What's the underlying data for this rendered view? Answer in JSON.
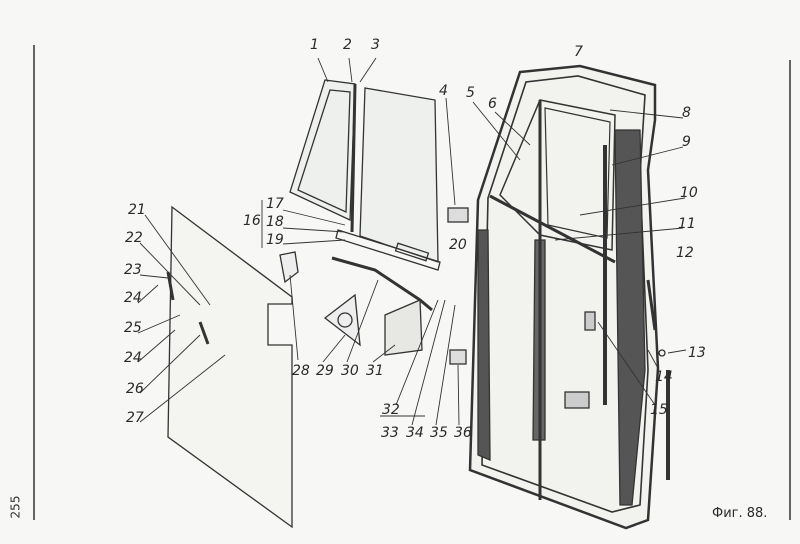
{
  "caption": "Фиг. 88.",
  "page_number": "255",
  "callouts": [
    {
      "id": "c1",
      "text": "1"
    },
    {
      "id": "c2",
      "text": "2"
    },
    {
      "id": "c3",
      "text": "3"
    },
    {
      "id": "c4",
      "text": "4"
    },
    {
      "id": "c5",
      "text": "5"
    },
    {
      "id": "c6",
      "text": "6"
    },
    {
      "id": "c7",
      "text": "7"
    },
    {
      "id": "c8",
      "text": "8"
    },
    {
      "id": "c9",
      "text": "9"
    },
    {
      "id": "c10",
      "text": "10"
    },
    {
      "id": "c11",
      "text": "11"
    },
    {
      "id": "c12",
      "text": "12"
    },
    {
      "id": "c13",
      "text": "13"
    },
    {
      "id": "c14",
      "text": "14"
    },
    {
      "id": "c15",
      "text": "15"
    },
    {
      "id": "c16",
      "text": "16"
    },
    {
      "id": "c17",
      "text": "17"
    },
    {
      "id": "c18",
      "text": "18"
    },
    {
      "id": "c19",
      "text": "19"
    },
    {
      "id": "c20",
      "text": "20"
    },
    {
      "id": "c21",
      "text": "21"
    },
    {
      "id": "c22",
      "text": "22"
    },
    {
      "id": "c23",
      "text": "23"
    },
    {
      "id": "c24a",
      "text": "24"
    },
    {
      "id": "c25",
      "text": "25"
    },
    {
      "id": "c24b",
      "text": "24"
    },
    {
      "id": "c26",
      "text": "26"
    },
    {
      "id": "c27",
      "text": "27"
    },
    {
      "id": "c28",
      "text": "28"
    },
    {
      "id": "c29",
      "text": "29"
    },
    {
      "id": "c30",
      "text": "30"
    },
    {
      "id": "c31",
      "text": "31"
    },
    {
      "id": "c32",
      "text": "32"
    },
    {
      "id": "c33",
      "text": "33"
    },
    {
      "id": "c34",
      "text": "34"
    },
    {
      "id": "c35",
      "text": "35"
    },
    {
      "id": "c36",
      "text": "36"
    }
  ]
}
